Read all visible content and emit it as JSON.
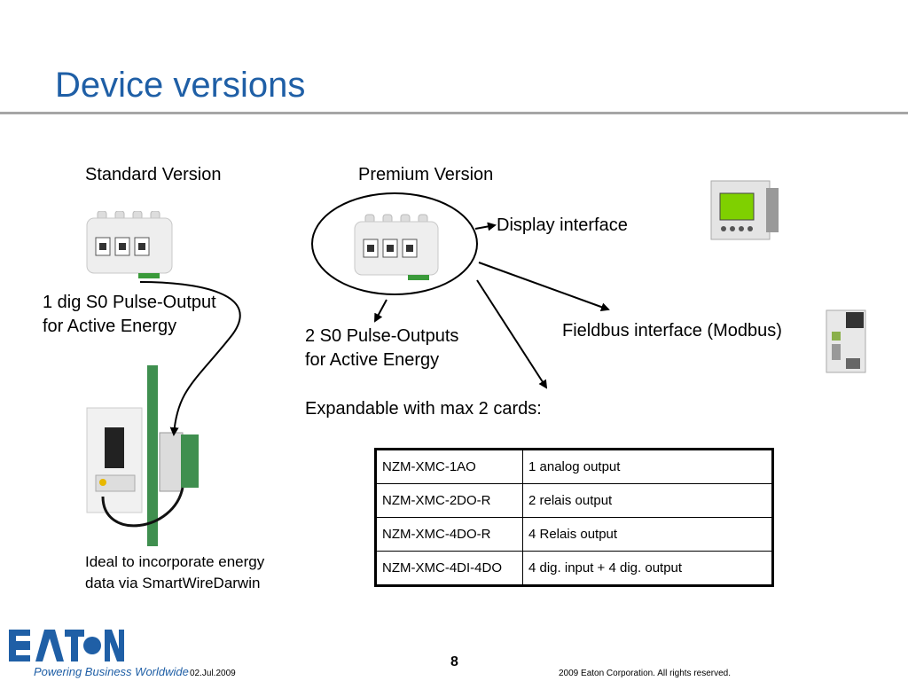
{
  "slide": {
    "title": "Device versions",
    "standard_label": "Standard Version",
    "premium_label": "Premium Version",
    "standard_output": [
      "1 dig S0 Pulse-Output",
      "for Active Energy"
    ],
    "premium_output": [
      "2 S0 Pulse-Outputs",
      "for Active Energy"
    ],
    "display_interface": "Display interface",
    "fieldbus_interface": "Fieldbus interface (Modbus)",
    "expandable": "Expandable with max 2 cards:",
    "smartwire_note": [
      "Ideal to incorporate energy",
      "data via SmartWireDarwin"
    ],
    "cards_table": [
      [
        "NZM-XMC-1AO",
        "1 analog output"
      ],
      [
        "NZM-XMC-2DO-R",
        "2 relais output"
      ],
      [
        "NZM-XMC-4DO-R",
        "4 Relais output"
      ],
      [
        "NZM-XMC-4DI-4DO",
        "4 dig. input + 4 dig. output"
      ]
    ]
  },
  "footer": {
    "logo": "EATON",
    "tagline": "Powering Business Worldwide",
    "date": "02.Jul.2009",
    "page_number": "8",
    "copyright": "2009 Eaton Corporation. All rights reserved."
  },
  "colors": {
    "title_blue": "#1f5fa6",
    "brand_blue": "#1f5fa6"
  }
}
